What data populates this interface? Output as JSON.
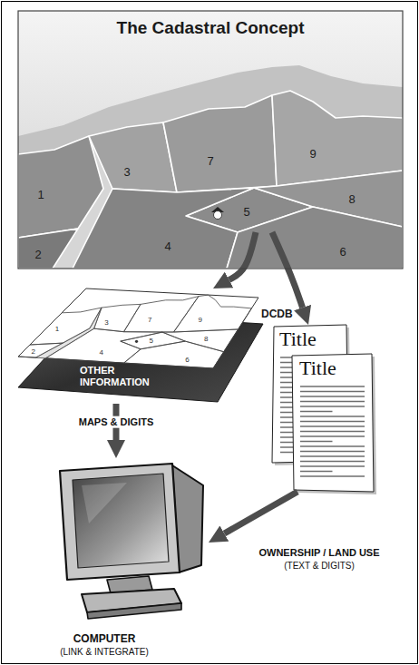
{
  "diagram": {
    "title": "The Cadastral Concept",
    "nodes": [
      {
        "text": [
          "1"
        ]
      },
      {
        "text": [
          "3"
        ]
      },
      {
        "text": [
          "7"
        ]
      },
      {
        "text": [
          "9"
        ]
      },
      {
        "text": [
          "5"
        ]
      },
      {
        "text": [
          "8"
        ]
      },
      {
        "text": [
          "2"
        ]
      },
      {
        "text": [
          "4"
        ]
      },
      {
        "text": [
          "6"
        ]
      },
      {
        "text": [
          "DCDB"
        ]
      },
      {
        "text": [
          "OTHER INFORMATION"
        ]
      },
      {
        "text": [
          "Title"
        ]
      },
      {
        "text": [
          "Title"
        ]
      },
      {
        "text": [
          "COMPUTER",
          "(LINK & INTEGRATE)"
        ]
      }
    ],
    "edges": [
      {
        "from": 4,
        "to": 9,
        "arrow": "to"
      },
      {
        "from": 4,
        "to": 11,
        "arrow": "to"
      },
      {
        "from": 10,
        "to": 13,
        "label": "MAPS & DIGITS",
        "arrow": "to"
      },
      {
        "from": 12,
        "to": 13,
        "arrow": "to"
      }
    ],
    "labels": [
      "1",
      "3",
      "7",
      "9",
      "5",
      "8",
      "2",
      "4",
      "6",
      "OWNERSHIP / LAND USE",
      "(TEXT & DIGITS)"
    ]
  }
}
